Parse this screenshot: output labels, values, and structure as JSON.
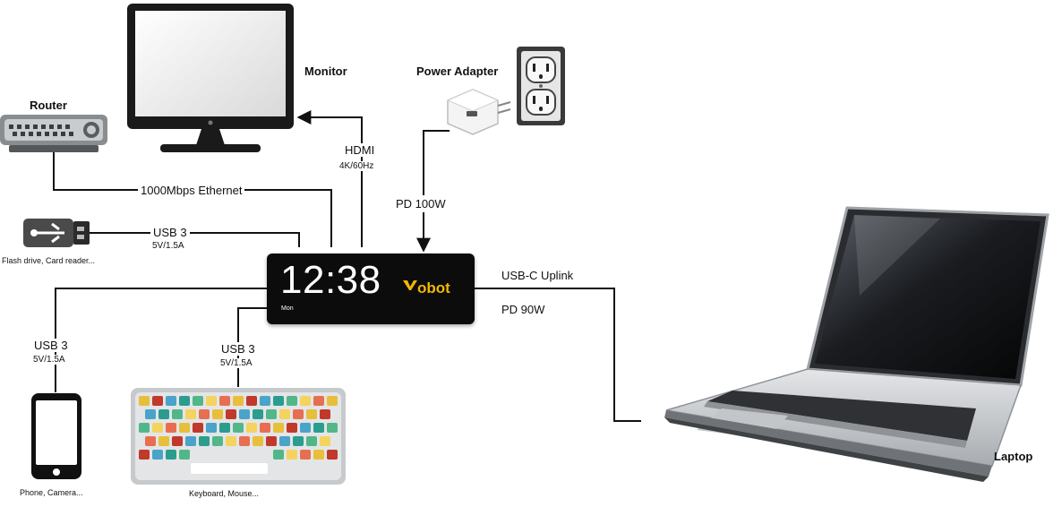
{
  "hub": {
    "time": "12:38",
    "day": "Mon",
    "brand": "obot",
    "brand_color": "#f2b705"
  },
  "devices": {
    "router": "Router",
    "monitor": "Monitor",
    "power_adapter": "Power Adapter",
    "laptop": "Laptop",
    "flash_drive": "Flash drive, Card reader...",
    "phone": "Phone, Camera...",
    "keyboard": "Keyboard, Mouse..."
  },
  "connections": {
    "ethernet": "1000Mbps Ethernet",
    "hdmi": "HDMI",
    "hdmi_spec": "4K/60Hz",
    "pd_in": "PD 100W",
    "usb_top": "USB 3",
    "usb_top_spec": "5V/1.5A",
    "usb_left": "USB 3",
    "usb_left_spec": "5V/1.5A",
    "usb_mid": "USB 3",
    "usb_mid_spec": "5V/1.5A",
    "uplink": "USB-C Uplink",
    "pd_out": "PD 90W"
  }
}
